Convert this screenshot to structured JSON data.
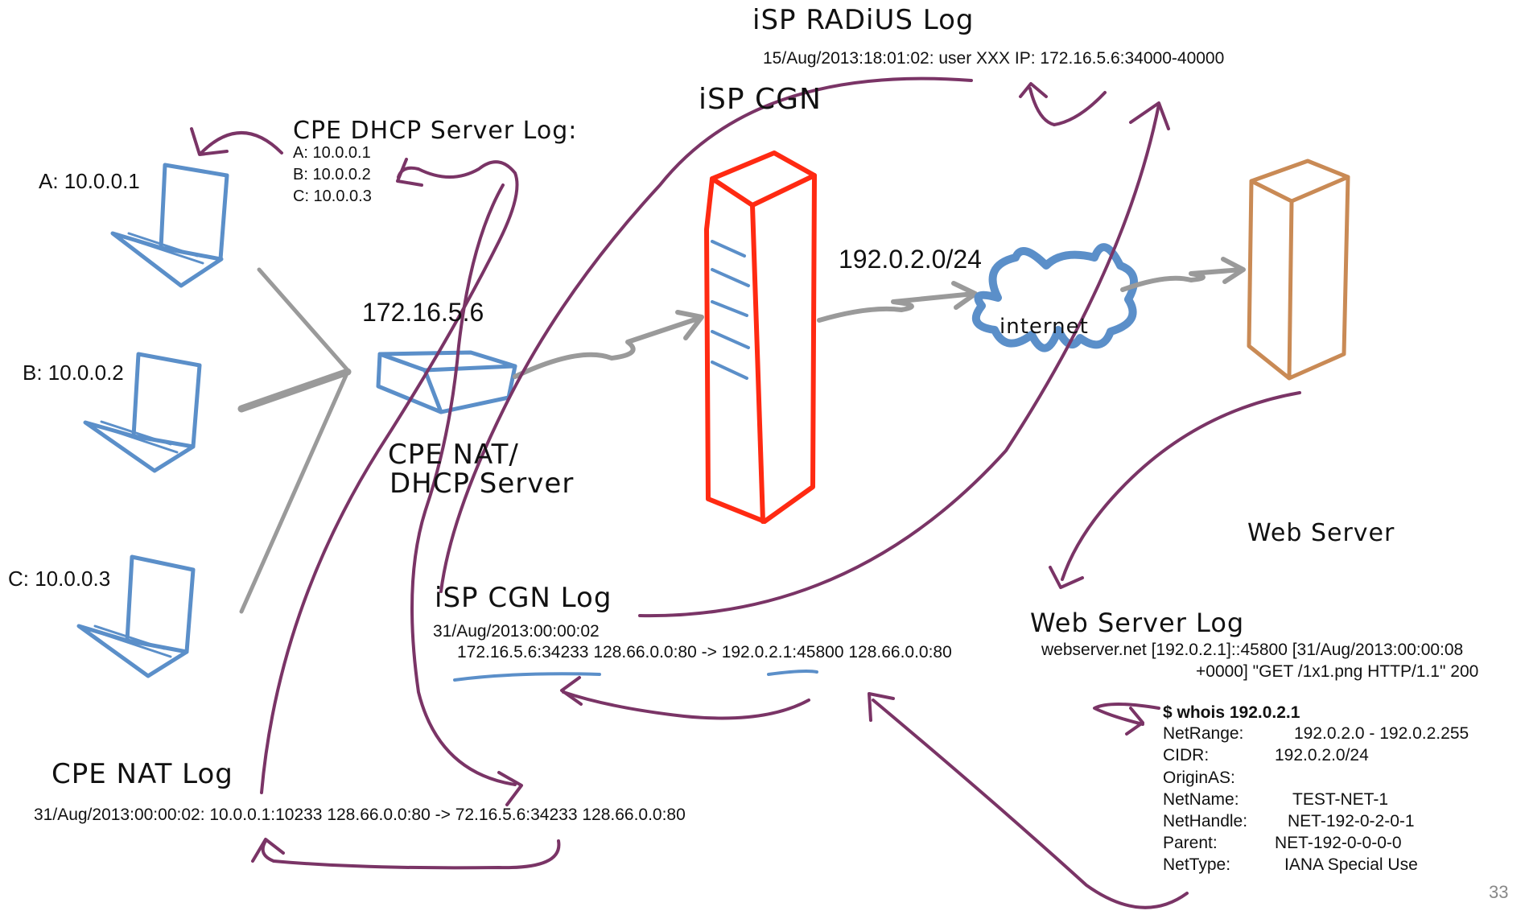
{
  "hosts": [
    {
      "label": "A: 10.0.0.1"
    },
    {
      "label": "B: 10.0.0.2"
    },
    {
      "label": "C: 10.0.0.3"
    }
  ],
  "cpe_dhcp_log": {
    "title": "CPE DHCP Server Log:",
    "lines": [
      "A: 10.0.0.1",
      "B: 10.0.0.2",
      "C: 10.0.0.3"
    ]
  },
  "cpe": {
    "ip": "172.16.5.6",
    "label_line1": "CPE NAT/",
    "label_line2": "DHCP Server"
  },
  "isp_radius_log": {
    "title": "iSP RADiUS Log",
    "line": "15/Aug/2013:18:01:02: user XXX IP: 172.16.5.6:34000-40000"
  },
  "isp_cgn": {
    "title": "iSP CGN",
    "network": "192.0.2.0/24"
  },
  "internet": {
    "label": "internet"
  },
  "web_server": {
    "label": "Web Server"
  },
  "isp_cgn_log": {
    "title": "iSP CGN Log",
    "line1": "31/Aug/2013:00:00:02",
    "line2": "172.16.5.6:34233 128.66.0.0:80 -> 192.0.2.1:45800 128.66.0.0:80"
  },
  "web_server_log": {
    "title": "Web Server Log",
    "line1": "webserver.net [192.0.2.1]::45800 [31/Aug/2013:00:00:08",
    "line2": "+0000] \"GET /1x1.png HTTP/1.1\" 200"
  },
  "whois": {
    "command": "$ whois 192.0.2.1",
    "rows": [
      {
        "key": "NetRange:",
        "value": "192.0.2.0 - 192.0.2.255"
      },
      {
        "key": "CIDR:",
        "value": "192.0.2.0/24"
      },
      {
        "key": "OriginAS:",
        "value": ""
      },
      {
        "key": "NetName:",
        "value": "TEST-NET-1"
      },
      {
        "key": "NetHandle:",
        "value": "NET-192-0-2-0-1"
      },
      {
        "key": "Parent:",
        "value": "NET-192-0-0-0-0"
      },
      {
        "key": "NetType:",
        "value": "IANA Special Use"
      }
    ]
  },
  "cpe_nat_log": {
    "title": "CPE NAT Log",
    "line": "31/Aug/2013:00:00:02: 10.0.0.1:10233 128.66.0.0:80 -> 72.16.5.6:34233 128.66.0.0:80"
  },
  "page_number": "33",
  "colors": {
    "laptop": "#5b8fc9",
    "cgn": "#ff2a12",
    "web_server": "#c98a55",
    "cloud": "#5b8fc9",
    "flow_arrow": "#9a9a9a",
    "annotation_arrow": "#7a3466"
  }
}
